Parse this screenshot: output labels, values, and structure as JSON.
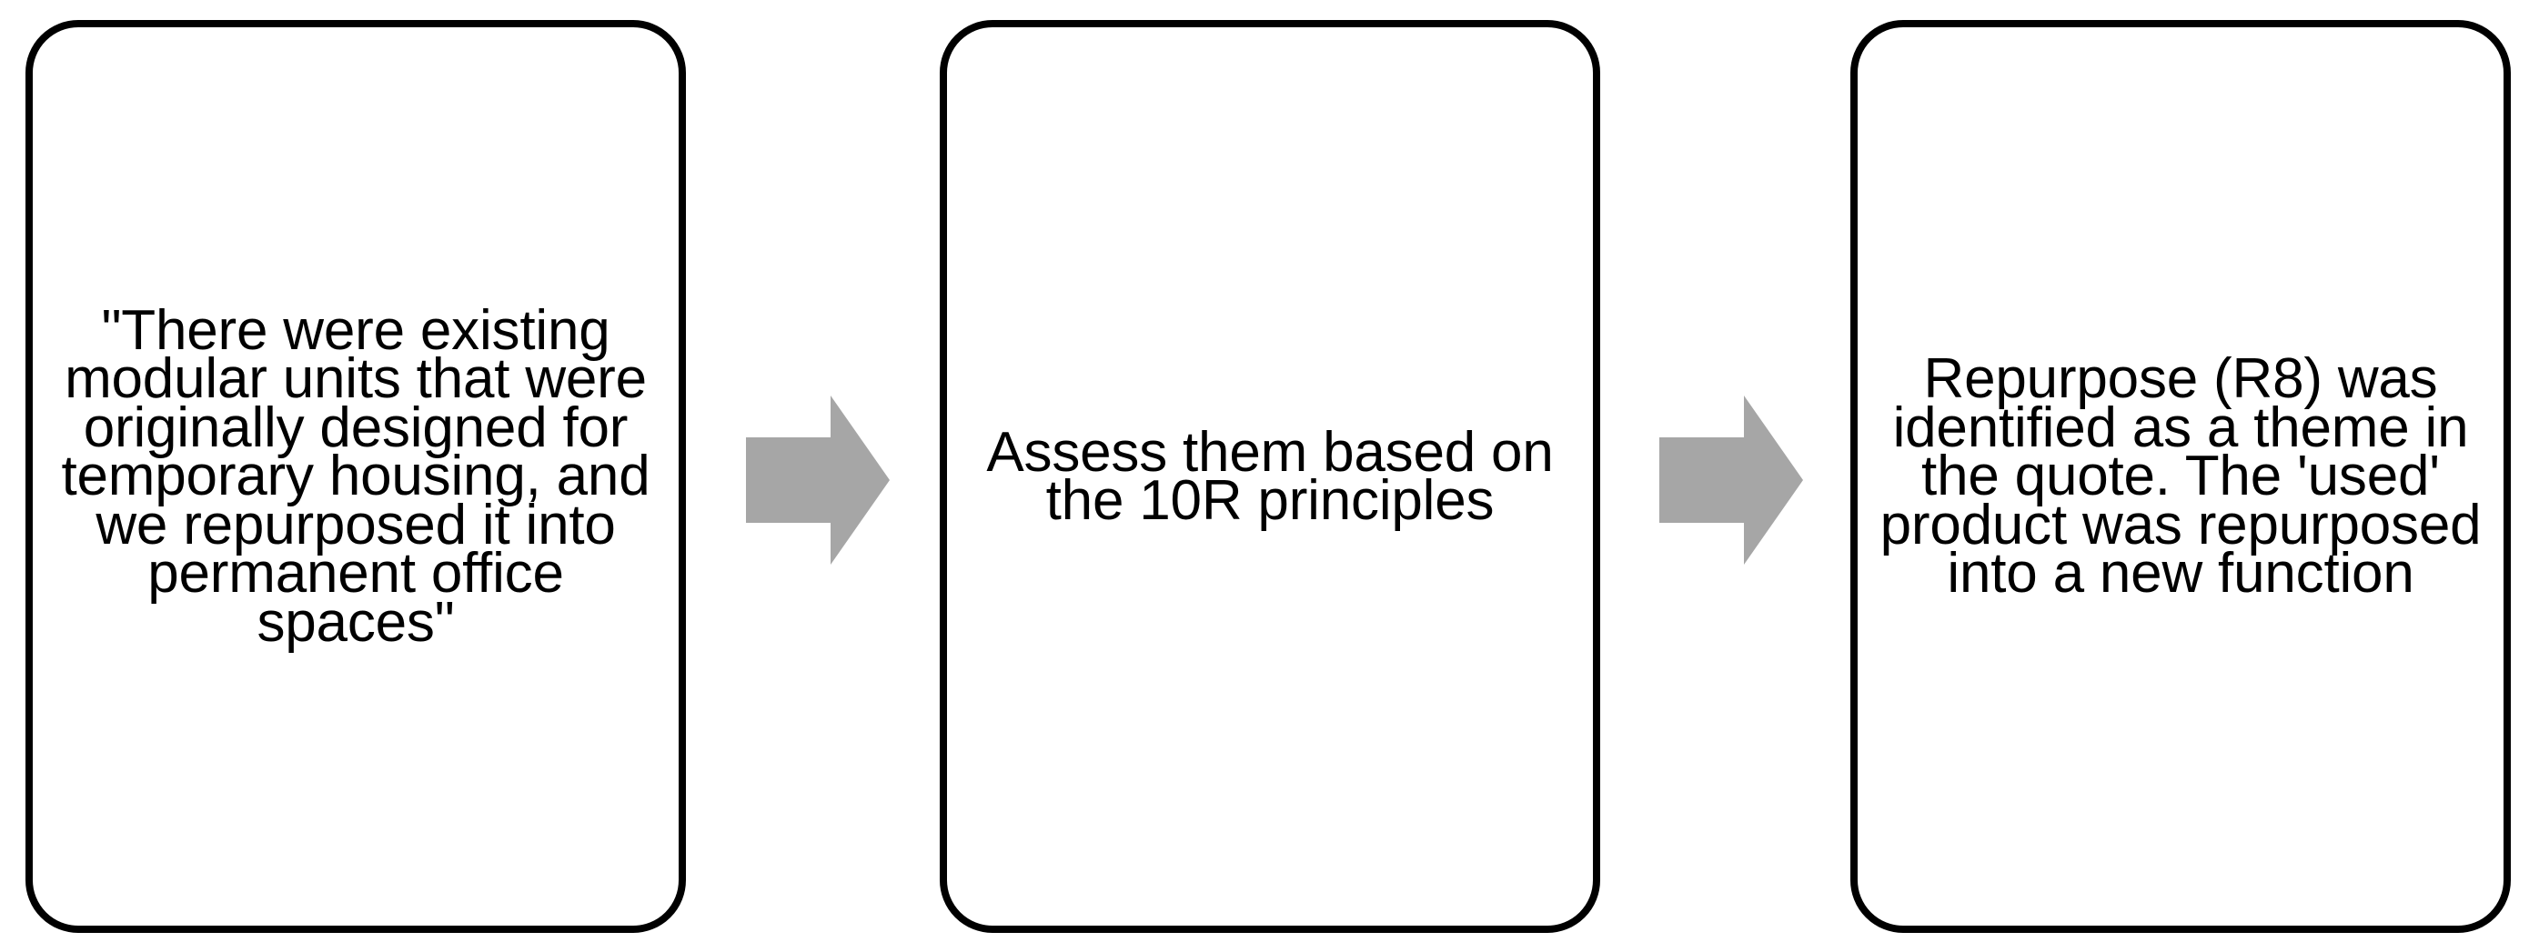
{
  "diagram": {
    "type": "process-flow",
    "orientation": "horizontal",
    "background_color": "#FFFFFF",
    "box_border_color": "#000000",
    "box_fill_color": "#FFFFFF",
    "arrow_color": "#A6A6A6",
    "text_color": "#000000",
    "steps": [
      {
        "id": "step-1",
        "role": "quote",
        "text": "\"There were existing modular units that were originally designed for temporary housing, and we repurposed it into permanent office spaces\""
      },
      {
        "id": "step-2",
        "role": "action",
        "text": "Assess them based on the 10R principles"
      },
      {
        "id": "step-3",
        "role": "result",
        "text": "Repurpose (R8) was identified as a theme in the quote. The 'used' product was repurposed into a new function"
      }
    ],
    "connectors": [
      {
        "id": "arrow-1",
        "icon": "right-arrow-icon",
        "from": "step-1",
        "to": "step-2"
      },
      {
        "id": "arrow-2",
        "icon": "right-arrow-icon",
        "from": "step-2",
        "to": "step-3"
      }
    ]
  }
}
